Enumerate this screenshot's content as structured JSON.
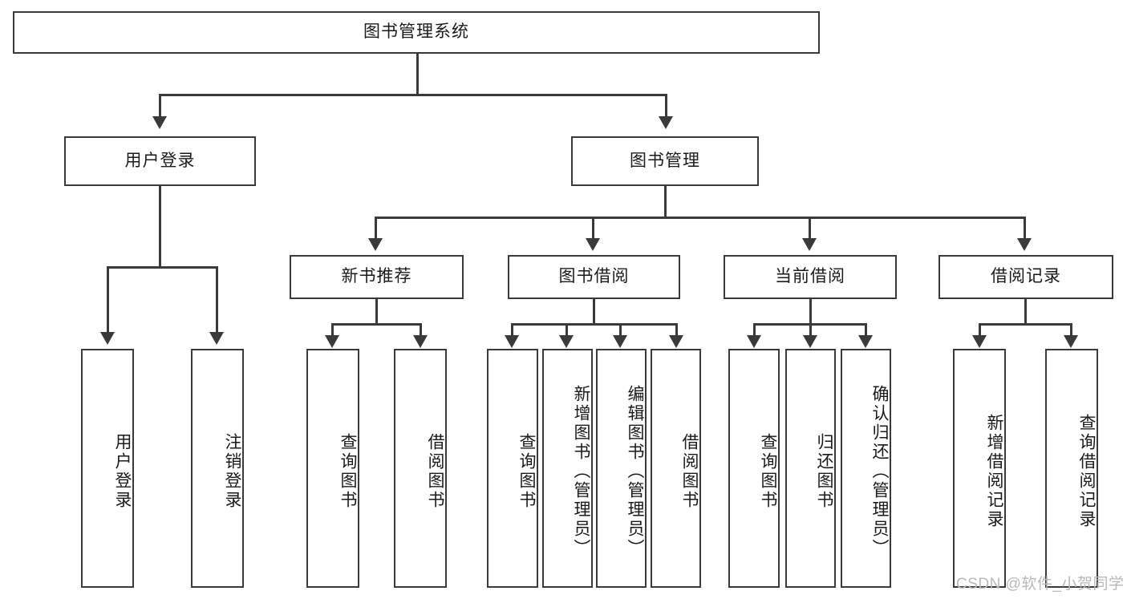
{
  "diagram": {
    "title": "图书管理系统",
    "type": "tree",
    "root": {
      "id": "root",
      "label": "图书管理系统"
    },
    "level2": [
      {
        "id": "user-login",
        "label": "用户登录"
      },
      {
        "id": "book-manage",
        "label": "图书管理"
      }
    ],
    "level3": [
      {
        "id": "new-book-rec",
        "label": "新书推荐"
      },
      {
        "id": "book-borrow",
        "label": "图书借阅"
      },
      {
        "id": "current-borrow",
        "label": "当前借阅"
      },
      {
        "id": "borrow-record",
        "label": "借阅记录"
      }
    ],
    "leaves": {
      "user_login": [
        {
          "id": "leaf-user-login",
          "label": "用户登录"
        },
        {
          "id": "leaf-logout",
          "label": "注销登录"
        }
      ],
      "new_book_rec": [
        {
          "id": "leaf-query-book-1",
          "label": "查询图书"
        },
        {
          "id": "leaf-borrow-book-1",
          "label": "借阅图书"
        }
      ],
      "book_borrow": [
        {
          "id": "leaf-query-book-2",
          "label": "查询图书"
        },
        {
          "id": "leaf-add-book",
          "label": "新增图书（管理员）"
        },
        {
          "id": "leaf-edit-book",
          "label": "编辑图书（管理员）"
        },
        {
          "id": "leaf-borrow-book-2",
          "label": "借阅图书"
        }
      ],
      "current_borrow": [
        {
          "id": "leaf-query-book-3",
          "label": "查询图书"
        },
        {
          "id": "leaf-return-book",
          "label": "归还图书"
        },
        {
          "id": "leaf-confirm-return",
          "label": "确认归还（管理员）"
        }
      ],
      "borrow_record": [
        {
          "id": "leaf-add-record",
          "label": "新增借阅记录"
        },
        {
          "id": "leaf-query-record",
          "label": "查询借阅记录"
        }
      ]
    }
  },
  "watermark": {
    "text": "CSDN @软件_小贺同学"
  },
  "colors": {
    "stroke": "#3a3a3a",
    "text": "#1a1a1a",
    "background": "#ffffff",
    "watermark": "#b9b9b9"
  }
}
